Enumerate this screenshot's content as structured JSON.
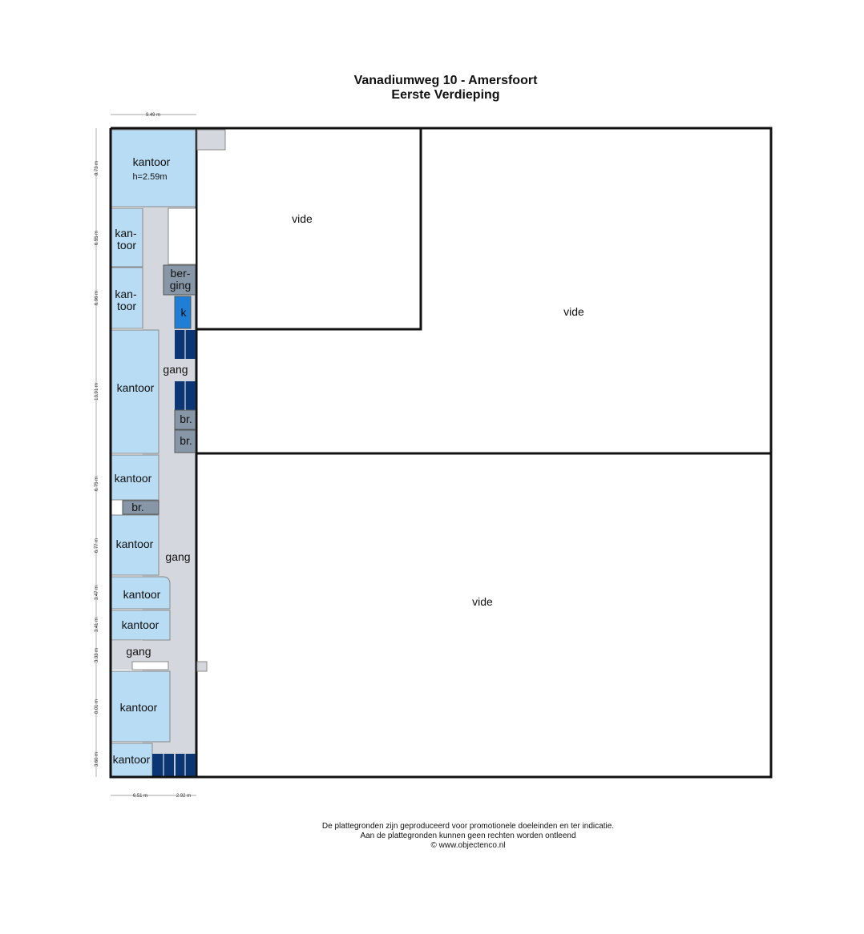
{
  "title": {
    "line1": "Vanadiumweg 10 - Amersfoort",
    "line2": "Eerste Verdieping"
  },
  "colors": {
    "office": "#b8dcf3",
    "corridor": "#d4d7dd",
    "storage": "#8897a8",
    "kitchen": "#1f7fd6",
    "toilet": "#0b3673",
    "wall": "#111111"
  },
  "rooms": {
    "kantoor_top": "kantoor",
    "kantoor_top_height": "h=2.59m",
    "kantoor2_a": "kan-",
    "kantoor2_b": "toor",
    "kantoor3_a": "kan-",
    "kantoor3_b": "toor",
    "berging_a": "ber-",
    "berging_b": "ging",
    "keuken": "k",
    "gang_upper": "gang",
    "kantoor4": "kantoor",
    "br1": "br.",
    "br2": "br.",
    "kantoor5": "kantoor",
    "br3": "br.",
    "kantoor6": "kantoor",
    "gang_main": "gang",
    "kantoor7": "kantoor",
    "kantoor8": "kantoor",
    "gang_lower": "gang",
    "kantoor9": "kantoor",
    "kantoor10": "kantoor"
  },
  "vides": {
    "vide1": "vide",
    "vide2": "vide",
    "vide3": "vide"
  },
  "dimensions": {
    "top_width": "9.49 m",
    "bottom_left": "6.51 m",
    "bottom_right": "2.92 m",
    "side": [
      "8.73 m",
      "6.55 m",
      "6.96 m",
      "13.91 m",
      "6.75 m",
      "6.77 m",
      "3.47 m",
      "3.41 m",
      "3.33 m",
      "8.01 m",
      "3.60 m"
    ]
  },
  "footer": {
    "line1": "De plattegronden zijn geproduceerd voor promotionele doeleinden en ter indicatie.",
    "line2": "Aan de plattegronden kunnen geen rechten worden ontleend",
    "line3": "© www.objectenco.nl"
  }
}
